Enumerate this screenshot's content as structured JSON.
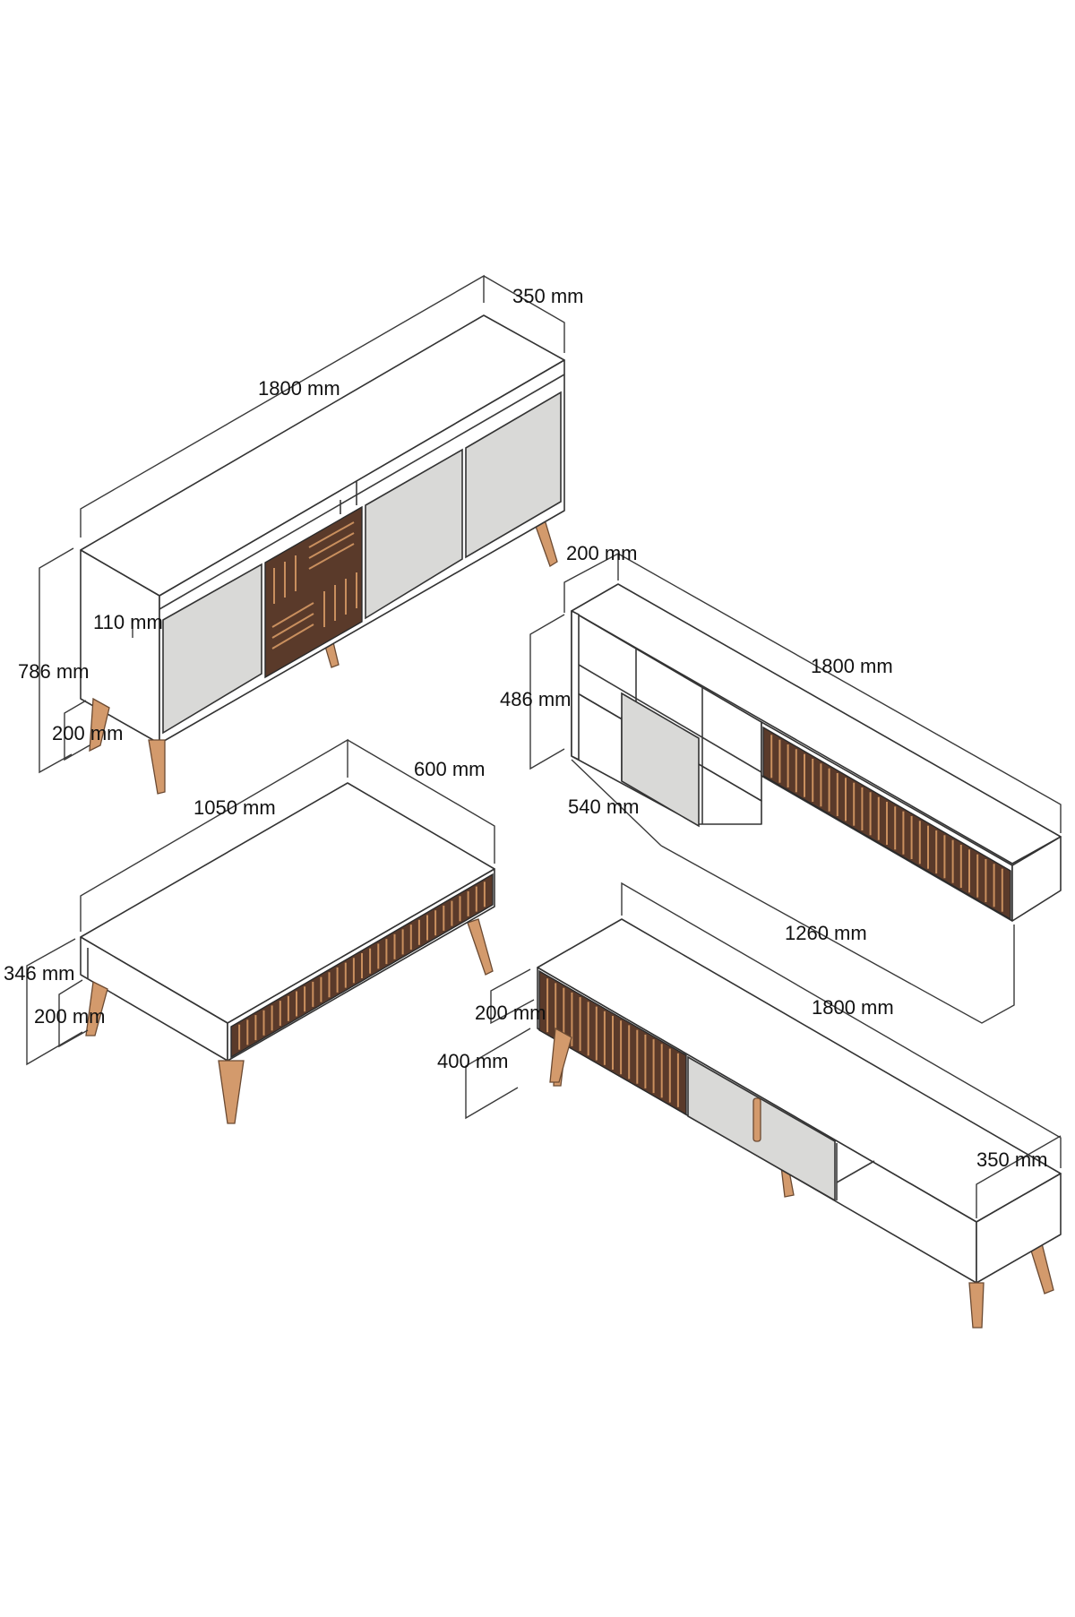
{
  "colors": {
    "panel": "#ffffff",
    "outline": "#333333",
    "door_grey": "#d9d9d7",
    "slat_dark": "#5a3a2a",
    "slat_light": "#c98f5e",
    "leg": "#d39a6c"
  },
  "sideboard": {
    "width": "1800 mm",
    "depth": "350 mm",
    "height": "786 mm",
    "leg_height": "200 mm",
    "top_gap": "110 mm"
  },
  "wall_unit": {
    "shelf_depth": "200 mm",
    "width": "1800 mm",
    "height": "486 mm",
    "cube_width": "540 mm",
    "span": "1260 mm"
  },
  "coffee_table": {
    "width": "1050 mm",
    "depth": "600 mm",
    "height": "346 mm",
    "leg_height": "200 mm"
  },
  "tv_stand": {
    "shelf_height": "200 mm",
    "height": "400 mm",
    "width": "1800 mm",
    "depth": "350 mm"
  }
}
